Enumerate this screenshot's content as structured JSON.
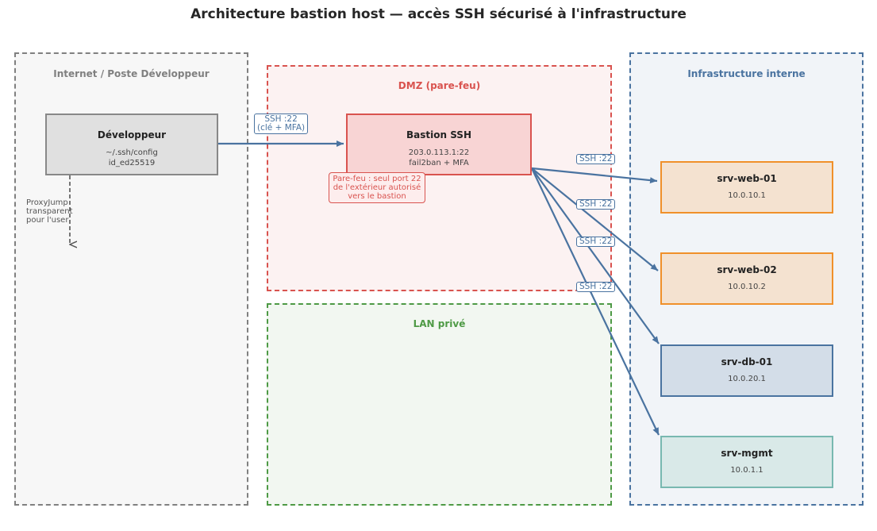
{
  "title": "Architecture bastion host — accès SSH sécurisé à l'infrastructure",
  "zones": {
    "internet": "Internet / Poste Développeur",
    "dmz": "DMZ (pare-feu)",
    "lan": "LAN privé",
    "internal": "Infrastructure interne"
  },
  "nodes": {
    "developer": {
      "name": "Développeur",
      "line1": "~/.ssh/config",
      "line2": "id_ed25519"
    },
    "bastion": {
      "name": "Bastion SSH",
      "line1": "203.0.113.1:22",
      "line2": "fail2ban + MFA"
    },
    "web01": {
      "name": "srv-web-01",
      "ip": "10.0.10.1"
    },
    "web02": {
      "name": "srv-web-02",
      "ip": "10.0.10.2"
    },
    "db01": {
      "name": "srv-db-01",
      "ip": "10.0.20.1"
    },
    "mgmt": {
      "name": "srv-mgmt",
      "ip": "10.0.1.1"
    }
  },
  "edges": {
    "dev_to_bastion": {
      "line1": "SSH :22",
      "line2": "(clé + MFA)"
    },
    "to_web01": "SSH :22",
    "to_web02": "SSH :22",
    "to_db01": "SSH :22",
    "to_mgmt": "SSH :22"
  },
  "notes": {
    "firewall": {
      "line1": "Pare-feu : seul port 22",
      "line2": "de l'extérieur autorisé",
      "line3": "vers le bastion"
    },
    "proxyjump": {
      "line1": "ProxyJump",
      "line2": "transparent",
      "line3": "pour l'user"
    }
  },
  "colors": {
    "internet": "#808080",
    "dmz": "#d9534f",
    "lan": "#4e9a45",
    "internal": "#4a73a0",
    "web": "#f0902a",
    "db": "#4a73a0",
    "mgmt": "#78b8b0",
    "edge": "#4a73a0"
  }
}
